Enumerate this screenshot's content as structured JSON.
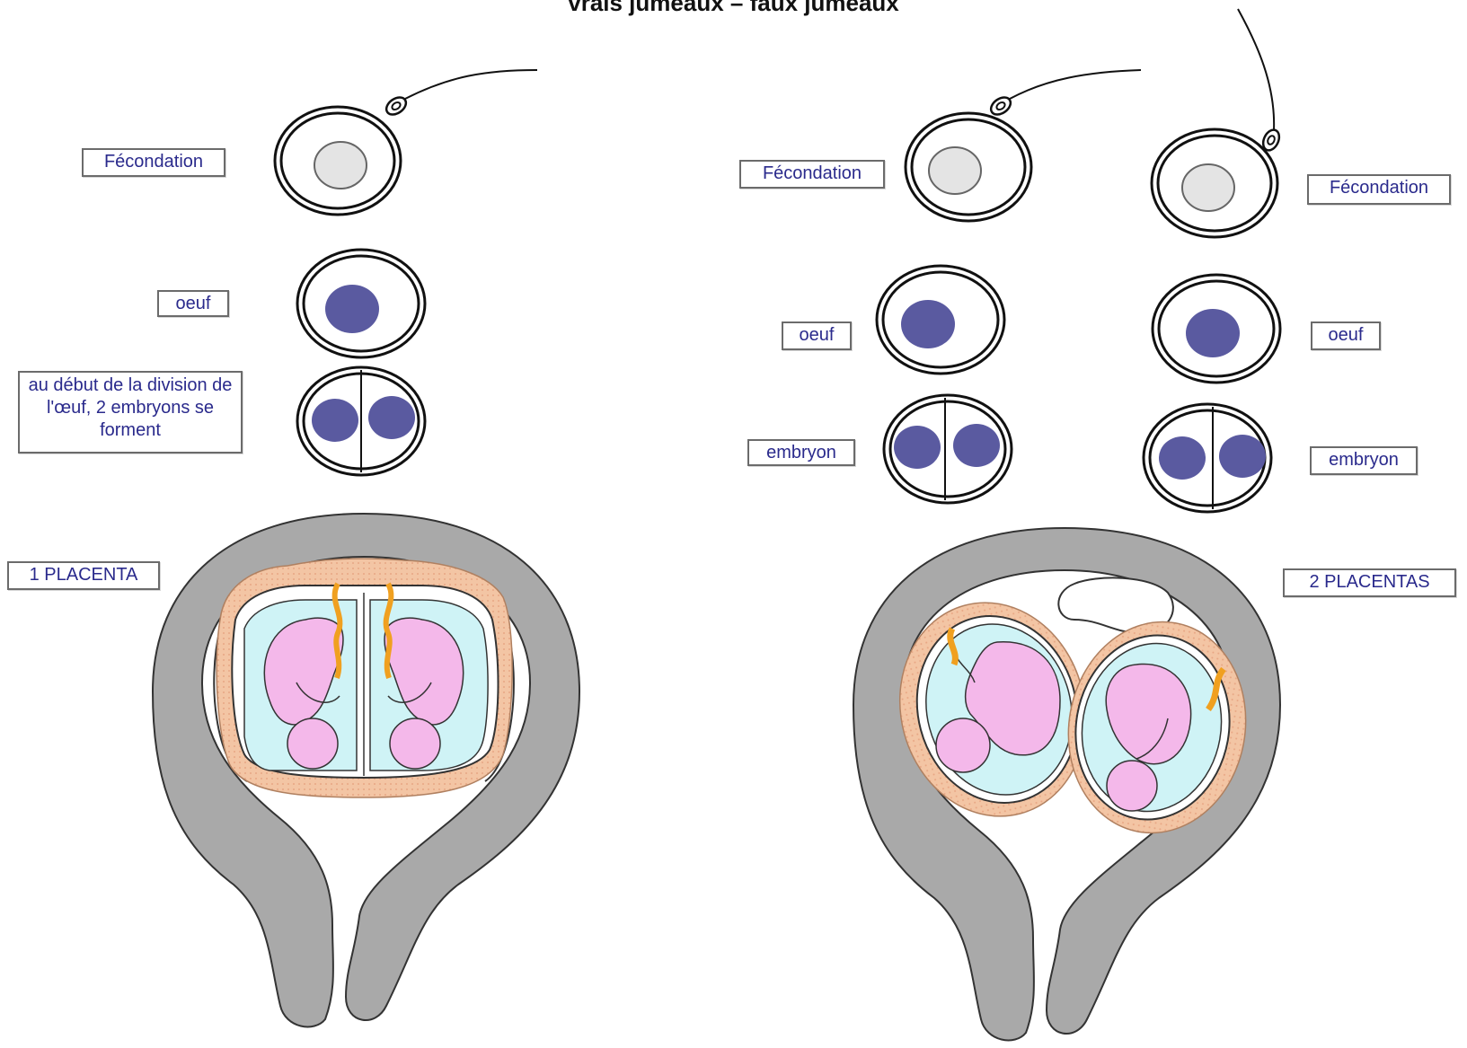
{
  "title": "vrais jumeaux – faux jumeaux",
  "left_panel": {
    "fecondation_label": "Fécondation",
    "oeuf_label": "oeuf",
    "division_label": "au début de la division de l'œuf, 2 embryons se forment",
    "placenta_label": "1 PLACENTA"
  },
  "right_panel": {
    "fecondation_label_a": "Fécondation",
    "fecondation_label_b": "Fécondation",
    "oeuf_label_a": "oeuf",
    "oeuf_label_b": "oeuf",
    "embryon_label_a": "embryon",
    "embryon_label_b": "embryon",
    "placenta_label": "2 PLACENTAS"
  },
  "colors": {
    "uterus": "#a9a9a9",
    "embryo": "#5a5aa0",
    "nucleus": "#e4e4e4",
    "amnion": "#cff3f6",
    "placenta": "#f3c5a4",
    "fetus": "#f4b8ea",
    "cord": "#f0a020",
    "label_text": "#2a2a8c"
  }
}
